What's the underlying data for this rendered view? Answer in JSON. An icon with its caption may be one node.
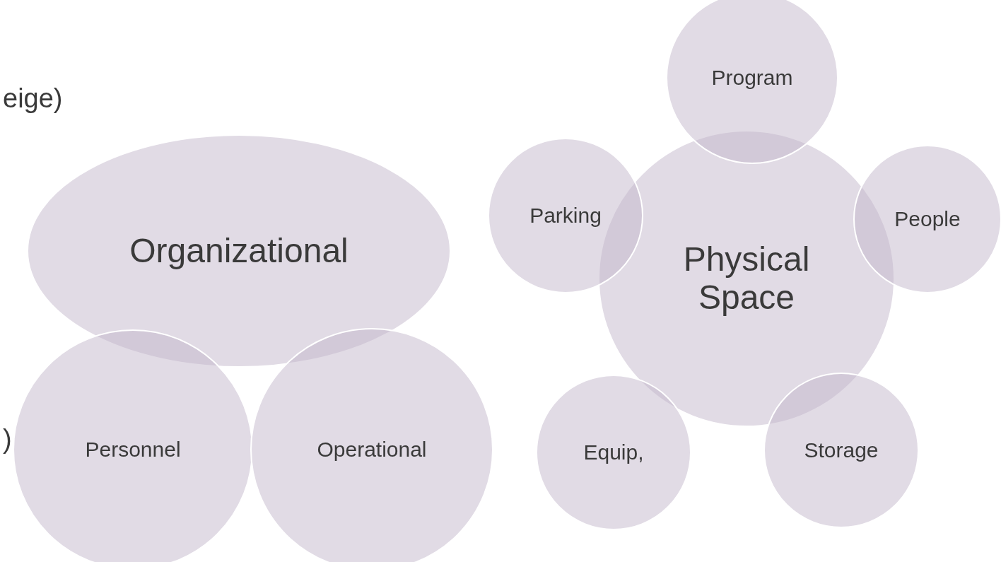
{
  "diagram": {
    "nodes": [
      {
        "text": [
          "Program"
        ]
      },
      {
        "text": [
          "Organizational"
        ]
      },
      {
        "text": [
          "Parking"
        ]
      },
      {
        "text": [
          "People"
        ]
      },
      {
        "text": [
          "Physical Space"
        ]
      },
      {
        "text": [
          "Personnel"
        ]
      },
      {
        "text": [
          "Operational"
        ]
      },
      {
        "text": [
          "Equip,"
        ]
      },
      {
        "text": [
          "Storage"
        ]
      }
    ],
    "edges": [],
    "labels": [
      "eige)",
      ")"
    ]
  }
}
